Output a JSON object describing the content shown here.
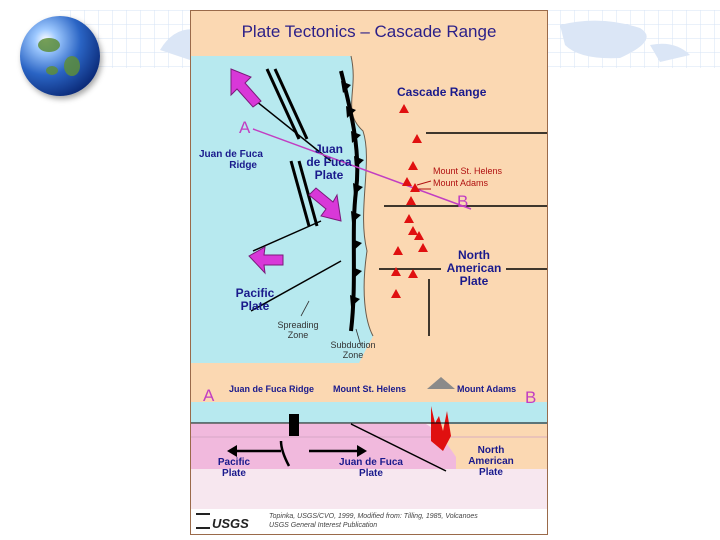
{
  "title": "Plate Tectonics – Cascade Range",
  "labels": {
    "cascade_range": "Cascade Range",
    "section_a": "A",
    "section_b": "B",
    "jdf_ridge_line1": "Juan de Fuca",
    "jdf_ridge_line2": "Ridge",
    "jdf_plate_line1": "Juan",
    "jdf_plate_line2": "de Fuca",
    "jdf_plate_line3": "Plate",
    "mount_st_helens": "Mount St. Helens",
    "mount_adams": "Mount Adams",
    "north_american_line1": "North",
    "north_american_line2": "American",
    "north_american_line3": "Plate",
    "pacific_line1": "Pacific",
    "pacific_line2": "Plate",
    "spreading_line1": "Spreading",
    "spreading_line2": "Zone",
    "subduction_line1": "Subduction",
    "subduction_line2": "Zone"
  },
  "cross_section": {
    "label_a": "A",
    "label_b": "B",
    "jdf_ridge": "Juan de Fuca Ridge",
    "mount_st_helens": "Mount St. Helens",
    "mount_adams": "Mount Adams",
    "pacific_line1": "Pacific",
    "pacific_line2": "Plate",
    "jdf_plate_line1": "Juan de Fuca",
    "jdf_plate_line2": "Plate",
    "north_american_line1": "North",
    "north_american_line2": "American",
    "north_american_line3": "Plate"
  },
  "footer": {
    "logo": "USGS",
    "credit_line1": "Topinka, USGS/CVO, 1999, Modified from: Tilling, 1985, Volcanoes",
    "credit_line2": "USGS General Interest Publication"
  },
  "colors": {
    "ocean": "#b7e9ef",
    "land": "#fbd8b2",
    "volcano": "#e01010",
    "arrow": "#d838d8",
    "label_text": "#1a1a8c",
    "section_text": "#c23ec2"
  }
}
